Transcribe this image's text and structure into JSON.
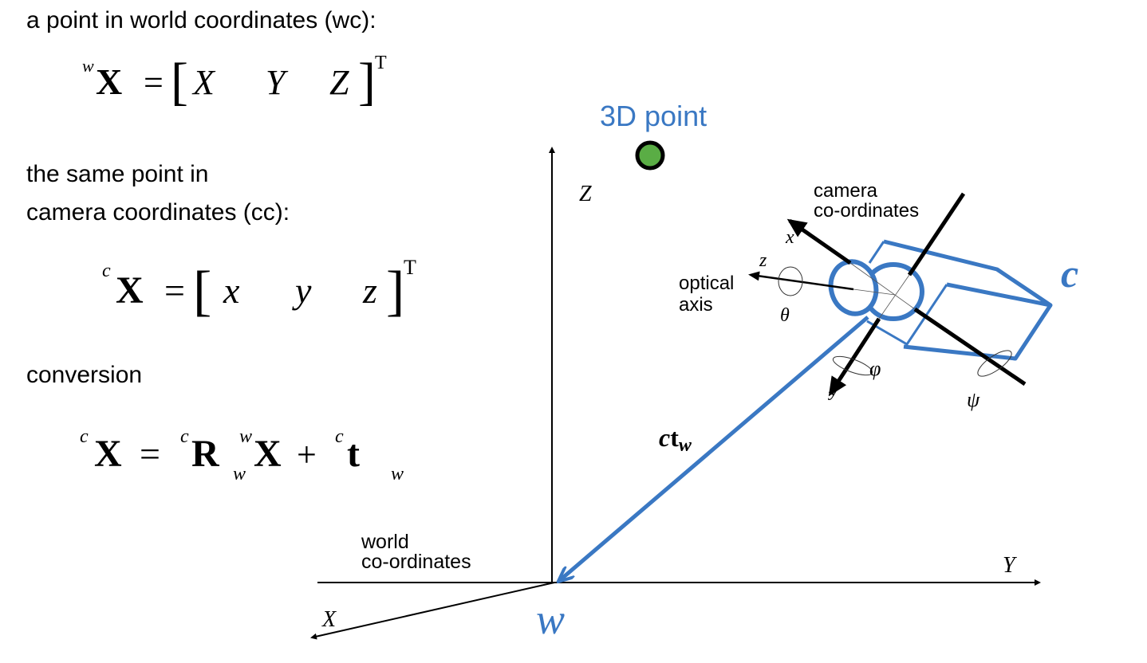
{
  "text": {
    "world_point_label": "a point in world coordinates (wc):",
    "camera_point_label_1": "the same point in",
    "camera_point_label_2": "camera coordinates (cc):",
    "conversion_label": "conversion"
  },
  "formula_world": {
    "frame": "w",
    "symbol": "X",
    "equals": "=",
    "lbr": "[",
    "e1": "X",
    "e2": "Y",
    "e3": "Z",
    "rbr": "]",
    "transpose": "T"
  },
  "formula_camera": {
    "frame": "c",
    "symbol": "X",
    "equals": "=",
    "lbr": "[",
    "e1": "x",
    "e2": "y",
    "e3": "z",
    "rbr": "]",
    "transpose": "T"
  },
  "formula_conversion": {
    "c1": "c",
    "X1": "X",
    "equals": "=",
    "c2": "c",
    "R": "R",
    "w1": "w",
    "w2": "w",
    "X2": "X",
    "plus": "+",
    "c3": "c",
    "t": "t",
    "w3": "w"
  },
  "diagram": {
    "point_label": "3D point",
    "world_axis_z": "Z",
    "world_axis_y": "Y",
    "world_axis_x": "X",
    "world_label_1": "world",
    "world_label_2": "co-ordinates",
    "world_origin": "w",
    "camera_label_1": "camera",
    "camera_label_2": "co-ordinates",
    "camera_center": "c",
    "cam_axis_x": "x",
    "cam_axis_y": "y",
    "cam_axis_z": "z",
    "optical_1": "optical",
    "optical_2": "axis",
    "theta": "θ",
    "phi": "φ",
    "psi": "ψ",
    "translation_c": "c",
    "translation_t": "t",
    "translation_w": "w"
  },
  "colors": {
    "accent": "#3a78c3",
    "point": "#5aad45"
  }
}
